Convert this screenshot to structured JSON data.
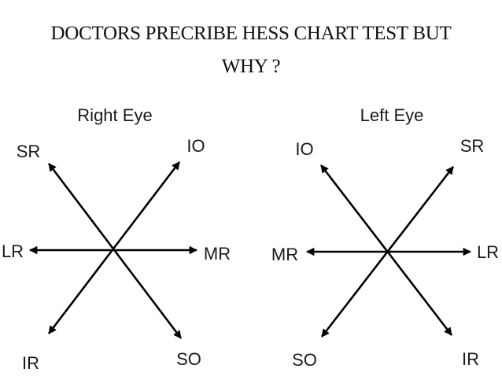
{
  "slide": {
    "title_line1": "DOCTORS PRECRIBE HESS CHART TEST  BUT",
    "title_line2": "WHY ?"
  },
  "diagrams": {
    "right_eye": {
      "title": "Right Eye",
      "labels": {
        "upper_left": "SR",
        "upper_right": "IO",
        "left": "LR",
        "right": "MR",
        "lower_left": "IR",
        "lower_right": "SO"
      }
    },
    "left_eye": {
      "title": "Left Eye",
      "labels": {
        "upper_left": "IO",
        "upper_right": "SR",
        "left": "MR",
        "right": "LR",
        "lower_left": "SO",
        "lower_right": "IR"
      }
    }
  },
  "colors": {
    "text": "#111111",
    "lines": "#000000",
    "background": "#ffffff"
  }
}
